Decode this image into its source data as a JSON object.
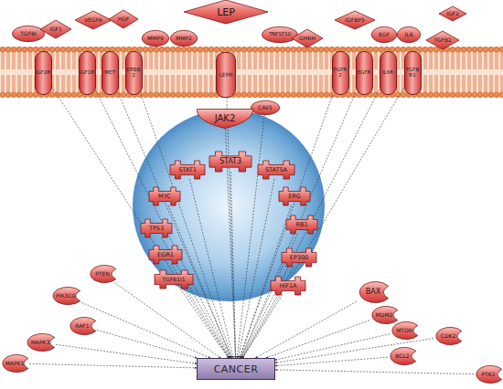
{
  "diagram": {
    "nodes": [
      {
        "text": [
          "TGFBI"
        ]
      },
      {
        "text": [
          "IGF1"
        ]
      },
      {
        "text": [
          "VEGFA"
        ]
      },
      {
        "text": [
          "HGF"
        ]
      },
      {
        "text": [
          "MMP9"
        ]
      },
      {
        "text": [
          "MMP2"
        ]
      },
      {
        "text": [
          "LEP"
        ]
      },
      {
        "text": [
          "TNFSF10"
        ]
      },
      {
        "text": [
          "GHRH"
        ]
      },
      {
        "text": [
          "IGFBP5"
        ]
      },
      {
        "text": [
          "EGF"
        ]
      },
      {
        "text": [
          "IL6"
        ]
      },
      {
        "text": [
          "IGF2"
        ]
      },
      {
        "text": [
          "TGFB2"
        ]
      },
      {
        "text": [
          "IGF2R"
        ]
      },
      {
        "text": [
          "IGF1R"
        ]
      },
      {
        "text": [
          "MET"
        ]
      },
      {
        "text": [
          "ERBB2"
        ]
      },
      {
        "text": [
          "LEPR"
        ]
      },
      {
        "text": [
          "FGFR2"
        ]
      },
      {
        "text": [
          "EGFR"
        ]
      },
      {
        "text": [
          "IL6R"
        ]
      },
      {
        "text": [
          "TGFBR1"
        ]
      },
      {
        "text": [
          "CAV1"
        ]
      },
      {
        "text": [
          "JAK2"
        ]
      },
      {
        "text": [
          "STAT1"
        ]
      },
      {
        "text": [
          "STAT3"
        ]
      },
      {
        "text": [
          "STAT5A"
        ]
      },
      {
        "text": [
          "MYC"
        ]
      },
      {
        "text": [
          "ERG"
        ]
      },
      {
        "text": [
          "TP53"
        ]
      },
      {
        "text": [
          "RB1"
        ]
      },
      {
        "text": [
          "EGR1"
        ]
      },
      {
        "text": [
          "EP300"
        ]
      },
      {
        "text": [
          "TGFB1I1"
        ]
      },
      {
        "text": [
          "HIF1A"
        ]
      },
      {
        "text": [
          "PTEN"
        ]
      },
      {
        "text": [
          "PIK3CG"
        ]
      },
      {
        "text": [
          "BAX"
        ]
      },
      {
        "text": [
          "RAF1"
        ]
      },
      {
        "text": [
          "MDM2"
        ]
      },
      {
        "text": [
          "MTOR"
        ]
      },
      {
        "text": [
          "MAPK3"
        ]
      },
      {
        "text": [
          "CDK2"
        ]
      },
      {
        "text": [
          "BCL2"
        ]
      },
      {
        "text": [
          "MAPK1"
        ]
      },
      {
        "text": [
          "PTK2"
        ]
      },
      {
        "text": [
          "CANCER"
        ]
      }
    ],
    "edges": [
      {
        "from": 14,
        "to": 47,
        "arrow": "to"
      },
      {
        "from": 15,
        "to": 47,
        "arrow": "to"
      },
      {
        "from": 16,
        "to": 47,
        "arrow": "to"
      },
      {
        "from": 17,
        "to": 47,
        "arrow": "to"
      },
      {
        "from": 18,
        "to": 47,
        "arrow": "to"
      },
      {
        "from": 19,
        "to": 47,
        "arrow": "to"
      },
      {
        "from": 20,
        "to": 47,
        "arrow": "to"
      },
      {
        "from": 21,
        "to": 47,
        "arrow": "to"
      },
      {
        "from": 22,
        "to": 47,
        "arrow": "to"
      },
      {
        "from": 23,
        "to": 47,
        "arrow": "to"
      },
      {
        "from": 24,
        "to": 47,
        "arrow": "to"
      },
      {
        "from": 25,
        "to": 47,
        "arrow": "to"
      },
      {
        "from": 26,
        "to": 47,
        "arrow": "to"
      },
      {
        "from": 27,
        "to": 47,
        "arrow": "to"
      },
      {
        "from": 28,
        "to": 47,
        "arrow": "to"
      },
      {
        "from": 29,
        "to": 47,
        "arrow": "to"
      },
      {
        "from": 30,
        "to": 47,
        "arrow": "to"
      },
      {
        "from": 31,
        "to": 47,
        "arrow": "to"
      },
      {
        "from": 32,
        "to": 47,
        "arrow": "to"
      },
      {
        "from": 33,
        "to": 47,
        "arrow": "to"
      },
      {
        "from": 34,
        "to": 47,
        "arrow": "to"
      },
      {
        "from": 35,
        "to": 47,
        "arrow": "to"
      },
      {
        "from": 36,
        "to": 47,
        "arrow": "to"
      },
      {
        "from": 37,
        "to": 47,
        "arrow": "to"
      },
      {
        "from": 38,
        "to": 47,
        "arrow": "to"
      },
      {
        "from": 39,
        "to": 47,
        "arrow": "to"
      },
      {
        "from": 40,
        "to": 47,
        "arrow": "to"
      },
      {
        "from": 41,
        "to": 47,
        "arrow": "to"
      },
      {
        "from": 42,
        "to": 47,
        "arrow": "to"
      },
      {
        "from": 43,
        "to": 47,
        "arrow": "to"
      },
      {
        "from": 44,
        "to": 47,
        "arrow": "to"
      },
      {
        "from": 45,
        "to": 47,
        "arrow": "to"
      },
      {
        "from": 46,
        "to": 47,
        "arrow": "to"
      }
    ]
  }
}
